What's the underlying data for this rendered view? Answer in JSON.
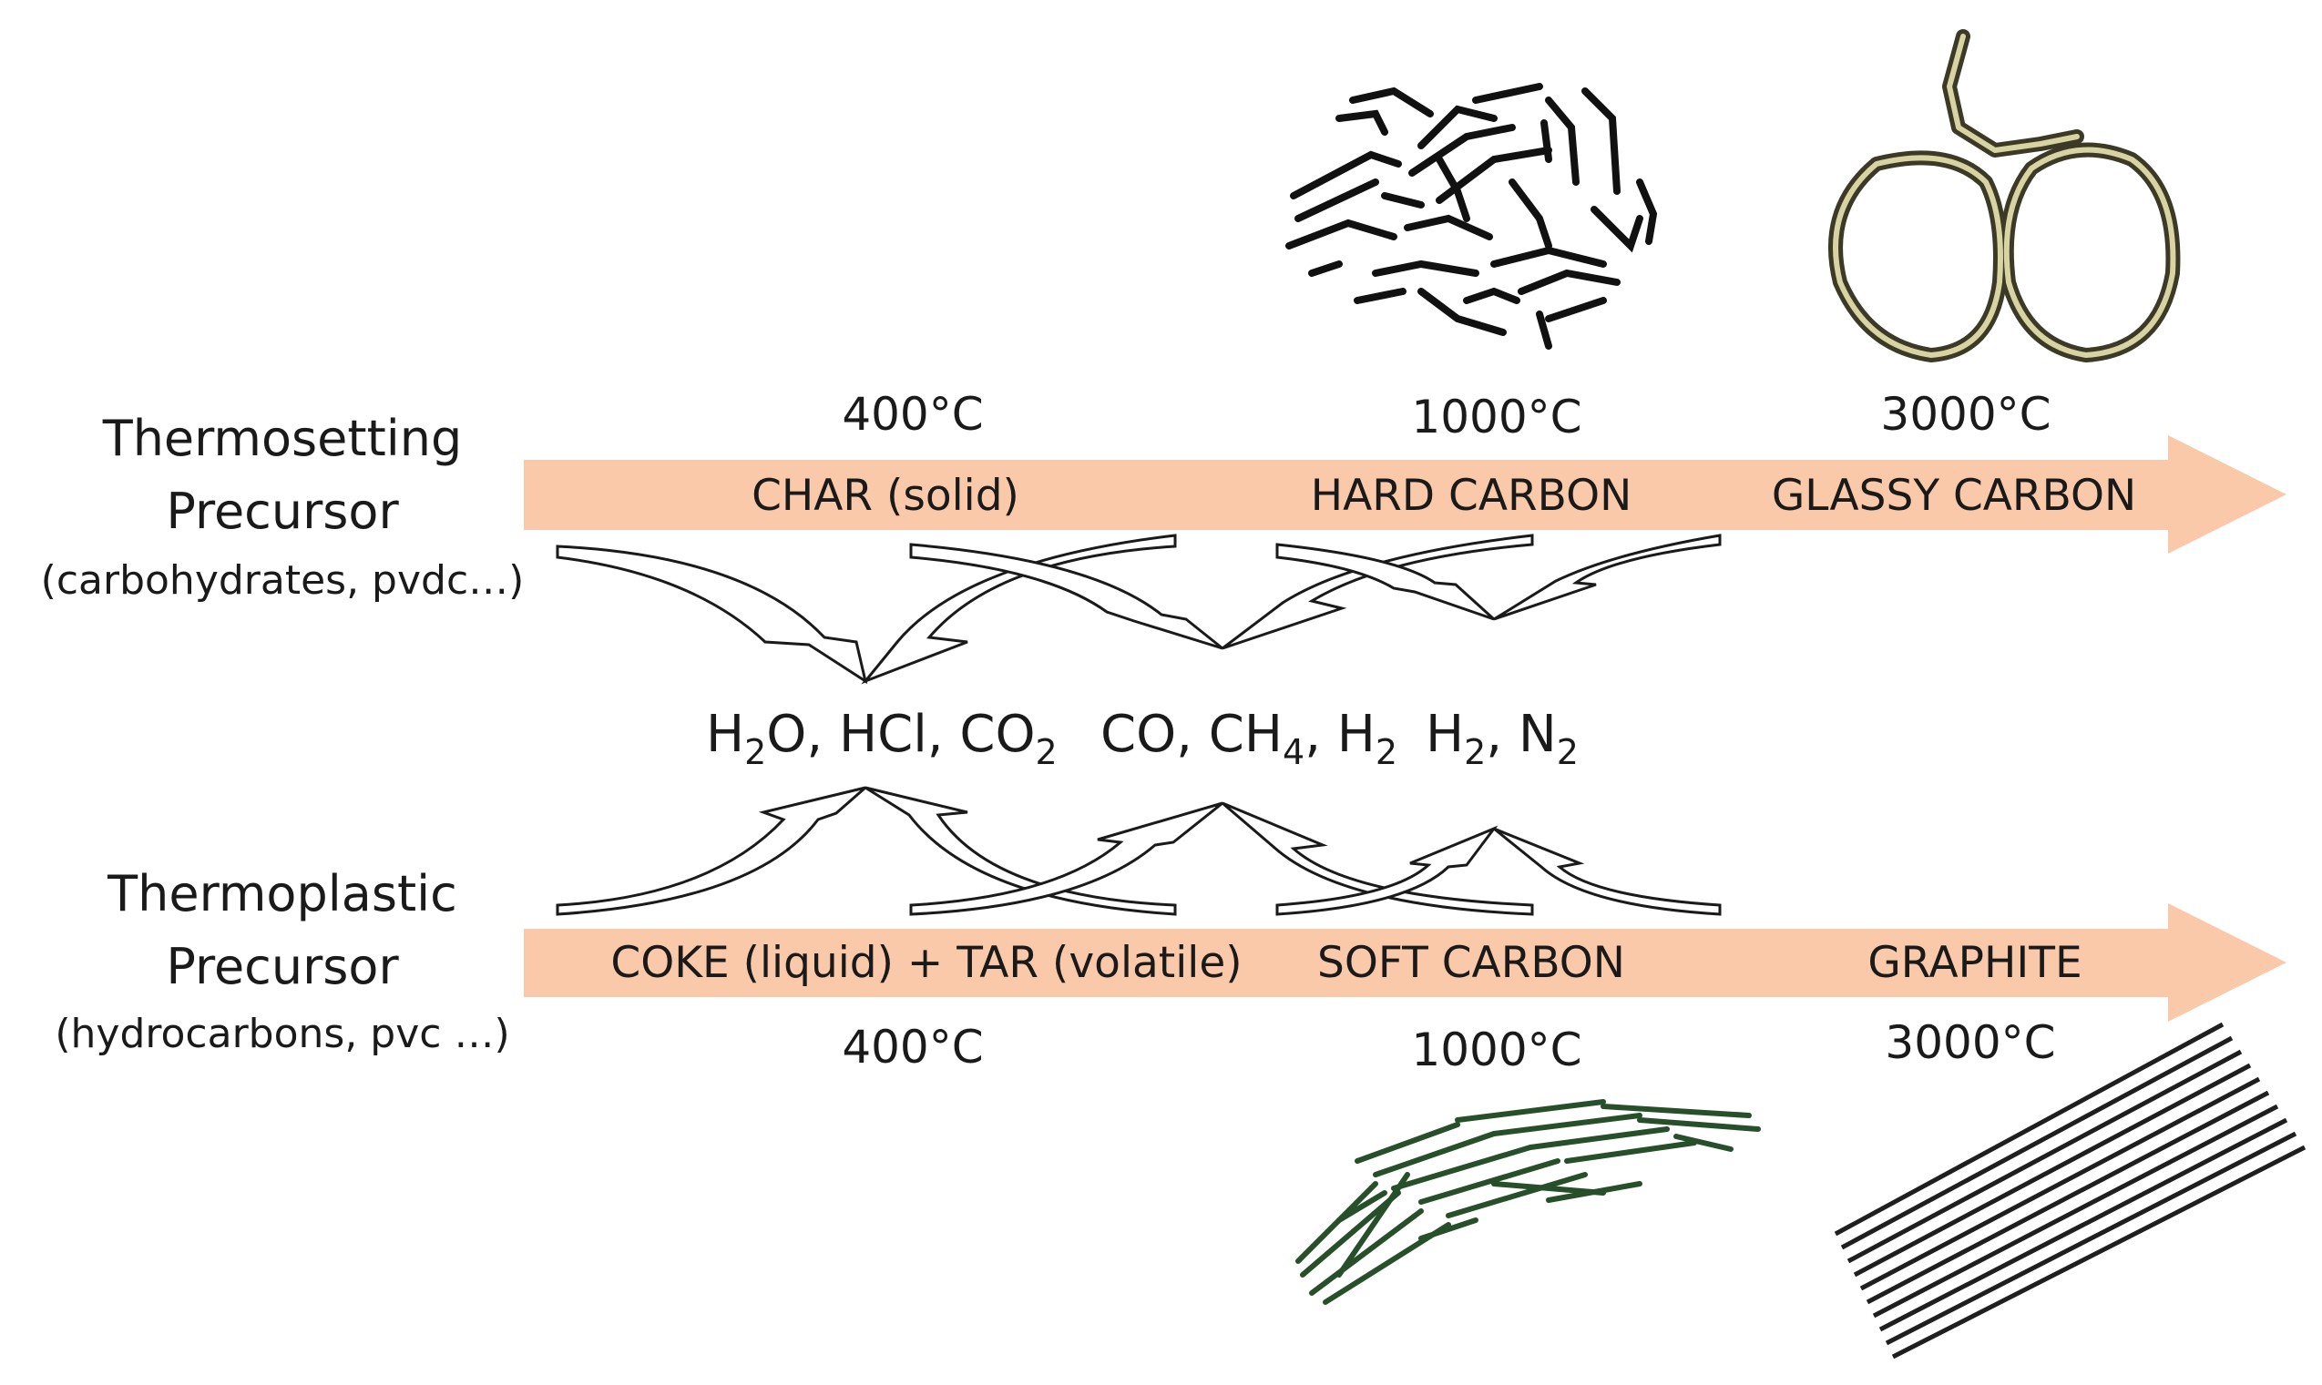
{
  "thermosetting": {
    "title_line1": "Thermosetting",
    "title_line2": "Precursor",
    "examples": "(carbohydrates, pvdc…)",
    "temps": [
      "400°C",
      "1000°C",
      "3000°C"
    ],
    "stages": [
      "CHAR (solid)",
      "HARD CARBON",
      "GLASSY CARBON"
    ]
  },
  "thermoplastic": {
    "title_line1": "Thermoplastic",
    "title_line2": "Precursor",
    "examples": "(hydrocarbons, pvc …)",
    "temps": [
      "400°C",
      "1000°C",
      "3000°C"
    ],
    "stages": [
      "COKE (liquid) + TAR (volatile)",
      "SOFT CARBON",
      "GRAPHITE"
    ]
  },
  "gases": {
    "group1": {
      "a": "H",
      "a_sub": "2",
      "b": "O, HCl, CO",
      "b_sub": "2"
    },
    "group2": {
      "a": "CO, CH",
      "a_sub": "4",
      "b": ", H",
      "b_sub": "2"
    },
    "group3": {
      "a": "H",
      "a_sub": "2",
      "b": ", N",
      "b_sub": "2"
    }
  },
  "colors": {
    "band": "#f9c9a9",
    "hard_carbon_lines": "#111111",
    "glassy_carbon_lines": "#3c3a26",
    "glassy_carbon_fill": "#d8d3a2",
    "soft_carbon_lines": "#274f29",
    "graphite_lines": "#1f1f1f"
  }
}
